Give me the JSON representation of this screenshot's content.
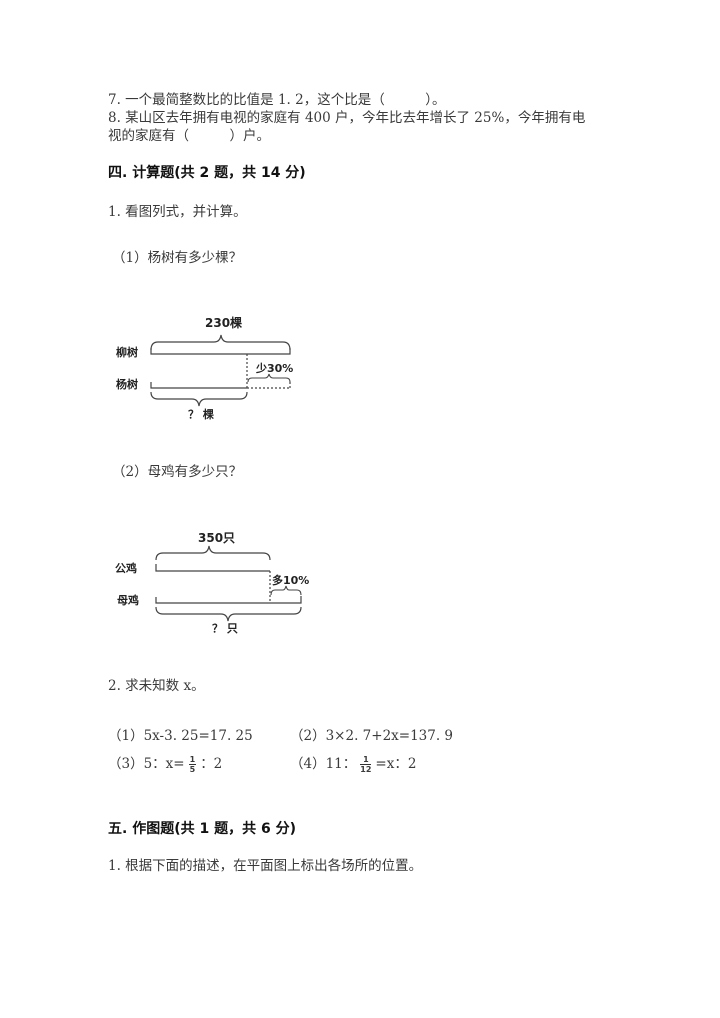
{
  "questions_fill": [
    {
      "text": "7. 一个最简整数比的比值是 1. 2，这个比是（　　　）。"
    },
    {
      "text_line1": "8. 某山区去年拥有电视的家庭有 400 户，今年比去年增长了 25%，今年拥有电",
      "text_line2": "视的家庭有（　　　）户。"
    }
  ],
  "section4": {
    "title": "四. 计算题(共 2 题，共 14 分)",
    "q1": {
      "title": "1. 看图列式，并计算。",
      "sub1": {
        "prompt": "（1）杨树有多少棵？",
        "diagram": {
          "top_total": "230棵",
          "row1_label": "柳树",
          "row2_label": "杨树",
          "diff_label": "少30%",
          "bottom_total": "？ 棵"
        }
      },
      "sub2": {
        "prompt": "（2）母鸡有多少只？",
        "diagram": {
          "top_total": "350只",
          "row1_label": "公鸡",
          "row2_label": "母鸡",
          "diff_label": "多10%",
          "bottom_total": "？ 只"
        }
      }
    },
    "q2": {
      "title": "2. 求未知数 x。",
      "equations": [
        {
          "label": "（1）",
          "text": "5x-3. 25=17. 25"
        },
        {
          "label": "（2）",
          "text": "3×2. 7+2x=137. 9"
        },
        {
          "label": "（3）",
          "pre": "5：x=",
          "frac_num": "1",
          "frac_den": "5",
          "post": "：2"
        },
        {
          "label": "（4）",
          "pre": "11：",
          "frac_num": "1",
          "frac_den": "12",
          "post": "=x：2"
        }
      ]
    }
  },
  "section5": {
    "title": "五. 作图题(共 1 题，共 6 分)",
    "q1": {
      "title": "1. 根据下面的描述，在平面图上标出各场所的位置。"
    }
  }
}
